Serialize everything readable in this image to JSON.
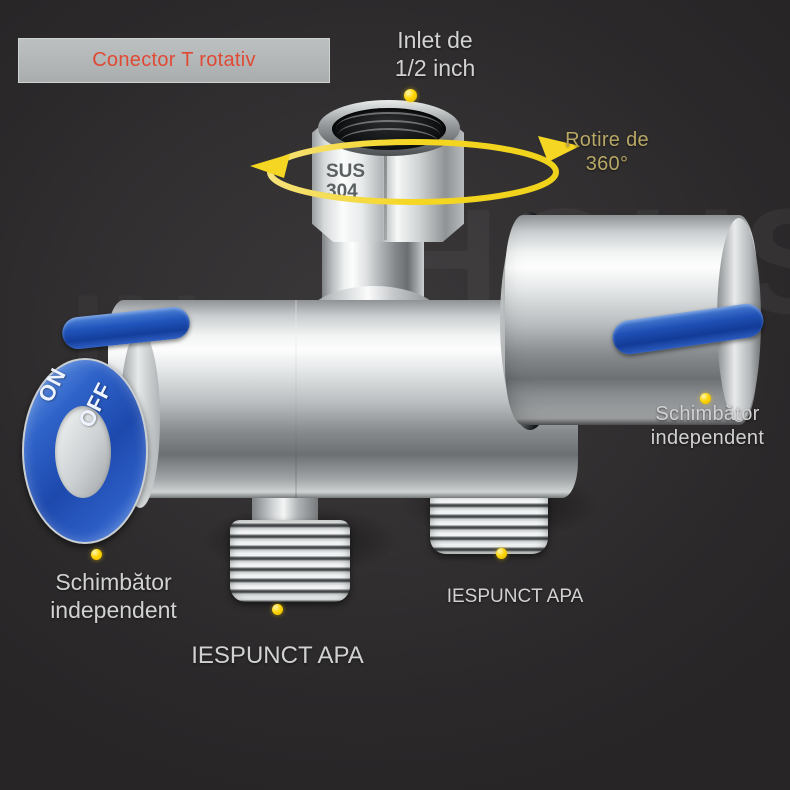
{
  "image": {
    "background_color": "#302e2f",
    "watermark_text": "HOUSE",
    "watermark_text2": "IN"
  },
  "banner": {
    "text": "Conector T rotativ",
    "text_color": "#e04a35",
    "background_color": "#b2b6b6"
  },
  "callouts": {
    "inlet": {
      "text": "Inlet de\n1/2 inch",
      "color": "#d2d2d2"
    },
    "rotation": {
      "text": "Rotire de\n360°",
      "color": "#b7a765"
    },
    "left_switch": {
      "text": "Schimbător\nindependent",
      "color": "#d2d2d2"
    },
    "right_switch": {
      "text": "Schimbător\nindependent",
      "color": "#d2d2d2"
    },
    "outlet_a": {
      "text": "IESPUNCT APA",
      "color": "#d2d2d2"
    },
    "outlet_b": {
      "text": "IESPUNCT APA",
      "color": "#d2d2d2"
    }
  },
  "product": {
    "material_mark_line1": "SUS",
    "material_mark_line2": "304",
    "knob_on_label": "ON",
    "knob_off_label": "OFF",
    "knob_color": "#1d49ad",
    "lever_color": "#1f4fb5",
    "marker_dot_color": "#ffd400",
    "rotation_arrow_color": "#f2d61e"
  }
}
